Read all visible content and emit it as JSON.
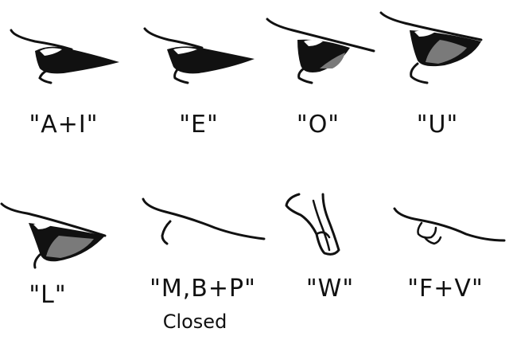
{
  "colors": {
    "ink": "#111111",
    "mouth_dark": "#111111",
    "mouth_grey": "#7a7a7a",
    "paper": "#ffffff"
  },
  "shapes": [
    {
      "id": "a-i",
      "label": "\"A+I\"",
      "sublabel": ""
    },
    {
      "id": "e",
      "label": "\"E\"",
      "sublabel": ""
    },
    {
      "id": "o",
      "label": "\"O\"",
      "sublabel": ""
    },
    {
      "id": "u",
      "label": "\"U\"",
      "sublabel": ""
    },
    {
      "id": "l",
      "label": "\"L\"",
      "sublabel": ""
    },
    {
      "id": "m-b-p",
      "label": "\"M,B+P\"",
      "sublabel": "Closed"
    },
    {
      "id": "w",
      "label": "\"W\"",
      "sublabel": ""
    },
    {
      "id": "f-v",
      "label": "\"F+V\"",
      "sublabel": ""
    }
  ]
}
